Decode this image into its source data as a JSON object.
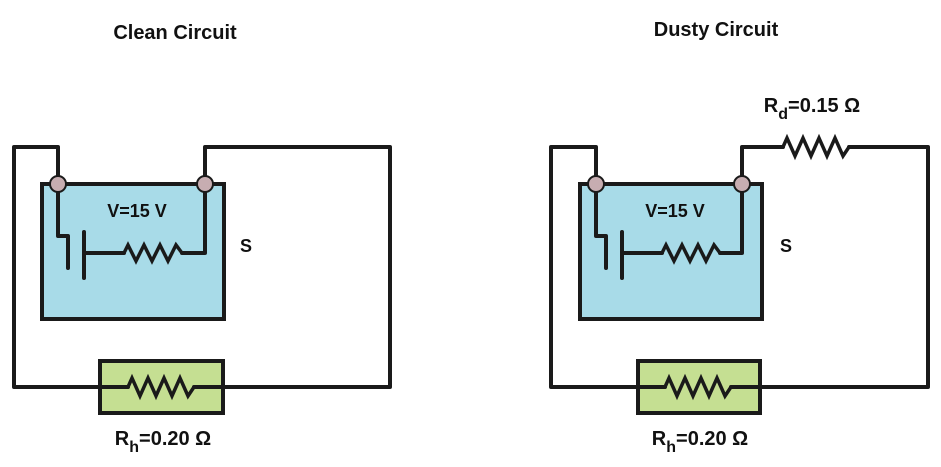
{
  "colors": {
    "source_fill": "#a8dbe8",
    "heater_fill": "#c5df92",
    "terminal_fill": "#c7adb1",
    "wire": "#1a1a1a"
  },
  "circuits": [
    {
      "title": "Clean Circuit",
      "voltage_label": "V=15 V",
      "source_label": "S",
      "heater": {
        "symbol": "R",
        "subscript": "h",
        "value": "=0.20 Ω"
      }
    },
    {
      "title": "Dusty Circuit",
      "voltage_label": "V=15 V",
      "source_label": "S",
      "heater": {
        "symbol": "R",
        "subscript": "h",
        "value": "=0.20 Ω"
      },
      "dust_resistor": {
        "symbol": "R",
        "subscript": "d",
        "value": "=0.15 Ω"
      }
    }
  ]
}
